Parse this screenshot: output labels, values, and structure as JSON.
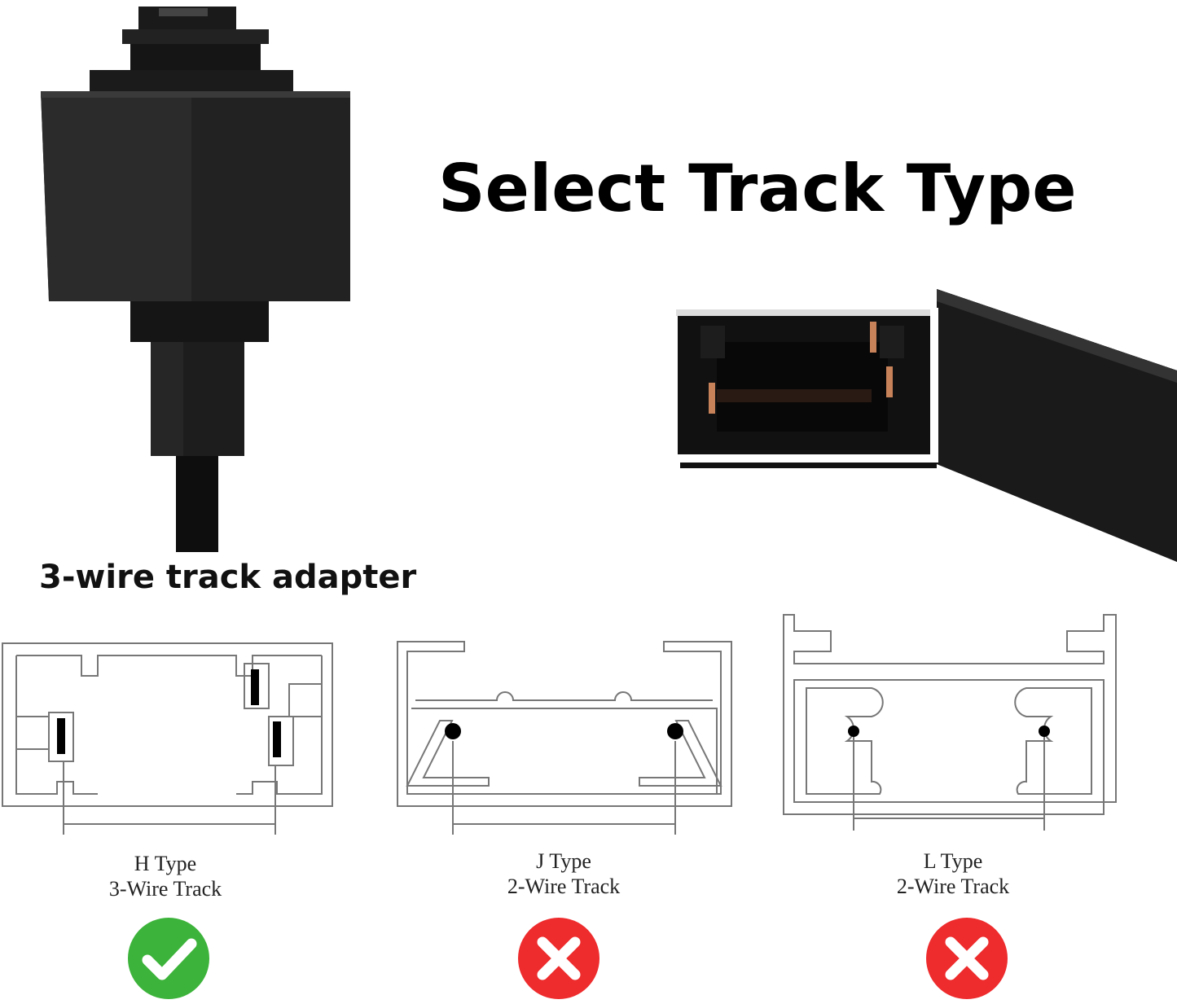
{
  "title": "Select Track Type",
  "adapter": {
    "label": "3-wire track adapter"
  },
  "tracks": [
    {
      "type": "H Type",
      "desc": "3-Wire Track",
      "compatible": true,
      "status_icon": "check-icon",
      "color": "#3cb33a"
    },
    {
      "type": "J Type",
      "desc": "2-Wire Track",
      "compatible": false,
      "status_icon": "cross-icon",
      "color": "#ee2b2d"
    },
    {
      "type": "L Type",
      "desc": "2-Wire Track",
      "compatible": false,
      "status_icon": "cross-icon",
      "color": "#ee2b2d"
    }
  ]
}
